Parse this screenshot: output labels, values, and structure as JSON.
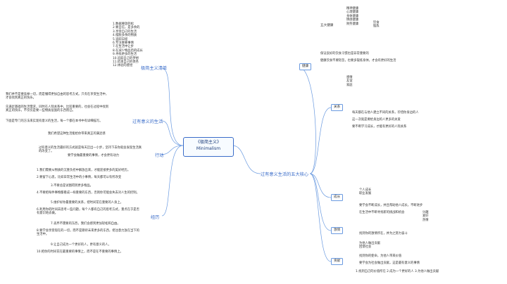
{
  "root": {
    "title": "《极简主义》",
    "subtitle": "Minimalism"
  },
  "left_branches": {
    "list": {
      "label": "极简主义清单",
      "items": [
        "1.数据要放轻松",
        "2.要自信，是多余的",
        "3.享受自己的生活",
        "4.摆脱多余的物质",
        "5.追踪日程",
        "6.专注重要事情",
        "7.在生活中让步",
        "8.在减少物品后的成长",
        "9.寻找更多的生活",
        "10.追踪自己的梦想",
        "11.结束自己的债务",
        "12.体验的感觉"
      ]
    },
    "meaningful_life": {
      "label": "过有意义的生活",
      "notes": [
        "我们并不是要丢掉一切，而是懂得更加自由的思考方式。只有在享受生活中，才会找到真正的快乐。",
        "先满足基础的生活需求，同时在人际关系中，比较重要的，也会在过程中找到真正的快乐，不仅仅是要一些物质层面的东西而已。",
        "下面是专门的方法来实现有意义的生活，每一个都在本书中有详细描写。",
        "我们希望这种生活能给你带来真正的满足感"
      ]
    },
    "action": {
      "label": "行动",
      "notes": [
        "过有意义的生活最好的方式就是每天迈出一小步，坚持下去你就会发现生活真的改变了。",
        "要学会做最重要的事情，才会更有动力"
      ]
    },
    "experience": {
      "label": "经历",
      "notes": [
        "1.我们需要从物质的沉重负担中解放出来，才能迎接更多的美好经历。",
        "2.要留下心思，比如日常生活中的小事情，每天都可以有所改变",
        "3.不要总是试图得到更多物品。",
        "4.不要把每件事物都看成一样重要的东西，否则你可能会失去对人生的控制。",
        "5.维护好你最重要的关系，把时间花在重要的人身上。",
        "6.利用你的时间去思考一些问题，每个人都有自己的思考方式，重点在于是否有意识地去做。",
        "7.丢弃不需要的东西，我们会感到更加轻松和自由。",
        "8.要学会享受现在的一切，而不是期待未来更多的东西，把注意力放在当下的生活中。",
        "9.让自己成为一个更好的人，更有意义的人。",
        "10.把你的时间花在最重要的事情上，而不是在不重要的事情上。"
      ]
    }
  },
  "right_branch": {
    "label": "过有意义生活的五大核心",
    "sections": {
      "health": {
        "label": "健康",
        "group": "五大健康",
        "items": [
          "精神健康",
          "心理健康",
          "身体健康",
          "情感健康",
          "财务健康"
        ],
        "sub": [
          "饮食",
          "锻炼"
        ],
        "notes": [
          "保证良好的饮食习惯也是非常重要的",
          "健康饮食不要轻忽，也要多锻炼身体，才会有更好的生活"
        ]
      },
      "relationships": {
        "label": "关系",
        "group": "五大健康",
        "items": [
          "感情",
          "友谊",
          "家庭"
        ],
        "notes": [
          "每天都在与他人建立不同的关系，珍惜你身边的人",
          "这一次就是要给身边的人更多的关爱",
          "要不断学习成长，才能有更好的人际关系"
        ]
      },
      "growth": {
        "label": "成长",
        "group": "五大健康",
        "items": [
          "个人成长",
          "职业发展"
        ],
        "notes": [
          "要学会不断成长，并且帮助他人成长，不断进步",
          "在生活中不断寻找新的挑战和机会"
        ]
      },
      "passion": {
        "label": "激情",
        "items": [
          "兴趣",
          "爱好",
          "热情"
        ],
        "notes": [
          "找到你的激情所在，并为之努力奋斗"
        ]
      },
      "contribution": {
        "label": "贡献",
        "items": [
          "为他人做出贡献",
          "回馈社会"
        ],
        "notes": [
          "找到你的使命，为他人带来价值",
          "要学会为社会做出贡献，这是最有意义的事情"
        ]
      }
    },
    "bottom": [
      "1.找到自己的价值所在",
      "2.成为一个更好的人",
      "3.为他人做出贡献"
    ]
  }
}
